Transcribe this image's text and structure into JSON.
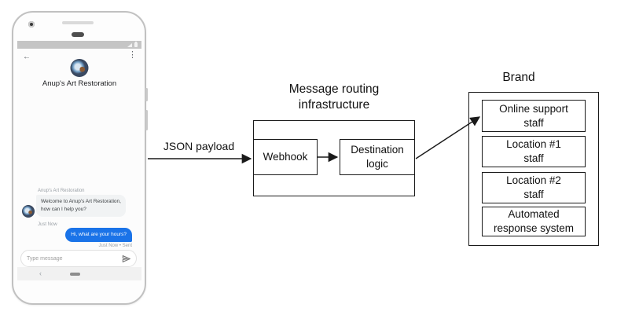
{
  "phone": {
    "status_bar": {
      "signal_icon": "signal-triangle",
      "battery_icon": "battery"
    },
    "header": {
      "back_icon": "←",
      "menu_icon": "⋮",
      "title": "Anup's Art Restoration"
    },
    "conversation": {
      "sender_name": "Anup's Art Restoration",
      "incoming_message": "Welcome to Anup's Art Restoration,\nhow can I help you?",
      "incoming_time": "Just Now",
      "outgoing_message": "Hi, what are your hours?",
      "outgoing_time": "Just Now • Sent"
    },
    "composer": {
      "placeholder": "Type message",
      "send_icon": "send-paper-plane"
    },
    "nav": {
      "back_icon": "‹"
    }
  },
  "diagram": {
    "payload_arrow_label": "JSON payload",
    "routing_box": {
      "title": "Message routing\ninfrastructure",
      "webhook": "Webhook",
      "destination": "Destination\nlogic"
    },
    "brand_box": {
      "title": "Brand",
      "items": [
        {
          "label": "Online support\nstaff"
        },
        {
          "label": "Location #1\nstaff"
        },
        {
          "label": "Location #2\nstaff"
        },
        {
          "label": "Automated\nresponse system"
        }
      ]
    }
  },
  "colors": {
    "outgoing_bubble": "#1a73e8",
    "incoming_bubble": "#f1f3f4",
    "status_bar": "#c5c5c5",
    "box_border": "#1a1a1a"
  }
}
